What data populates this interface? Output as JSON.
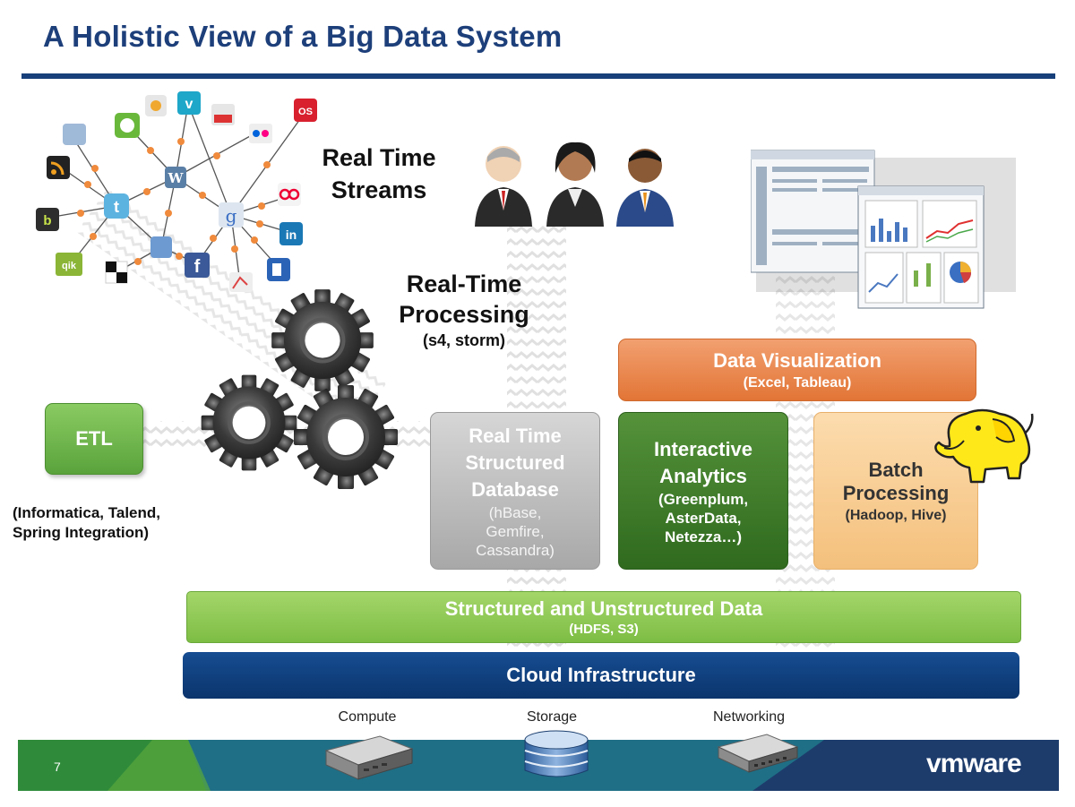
{
  "title": "A Holistic View of a Big Data System",
  "labels": {
    "streams": [
      "Real Time",
      "Streams"
    ],
    "processing": [
      "Real-Time",
      "Processing"
    ],
    "processing_sub": "(s4, storm)",
    "etl_sub": [
      "(Informatica, Talend,",
      "Spring Integration)"
    ]
  },
  "boxes": {
    "etl": {
      "title": "ETL"
    },
    "data_viz": {
      "title": "Data Visualization",
      "sub": "(Excel, Tableau)"
    },
    "rt_db": {
      "title": [
        "Real Time",
        "Structured",
        "Database"
      ],
      "sub": [
        "(hBase,",
        "Gemfire,",
        "Cassandra)"
      ]
    },
    "interactive": {
      "title": [
        "Interactive",
        "Analytics"
      ],
      "sub": [
        "(Greenplum,",
        "AsterData,",
        "Netezza…)"
      ]
    },
    "batch": {
      "title": [
        "Batch",
        "Processing"
      ],
      "sub": "(Hadoop, Hive)"
    },
    "storage": {
      "title": "Structured and Unstructured Data",
      "sub": "(HDFS, S3)"
    },
    "cloud": {
      "title": "Cloud Infrastructure"
    }
  },
  "infra": [
    "Compute",
    "Storage",
    "Networking"
  ],
  "icons": [
    "wordpress-logo",
    "google-logo",
    "twitter-logo",
    "linkedin-logo",
    "facebook-logo",
    "rss-icon",
    "vimeo-logo",
    "youtube-logo",
    "flickr-logo",
    "qik-logo",
    "foursquare-logo",
    "lastfm-logo",
    "gear-icon",
    "hadoop-elephant-logo",
    "server-icon",
    "database-icon",
    "network-switch-icon",
    "user-avatar"
  ],
  "footer": {
    "page": "7",
    "brand": "vmware"
  },
  "colors": {
    "title": "#1d3f7a",
    "etl": "#6ab04c",
    "data_viz": "#e8804a",
    "rt_db": "#b9b9b9",
    "interactive": "#3f7a24",
    "batch": "#f8cf95",
    "storage": "#8fca50",
    "cloud": "#0f3f7e",
    "footer_green": "#2f8b3a",
    "footer_teal": "#1f6f86",
    "footer_navy": "#1d3c6c"
  }
}
